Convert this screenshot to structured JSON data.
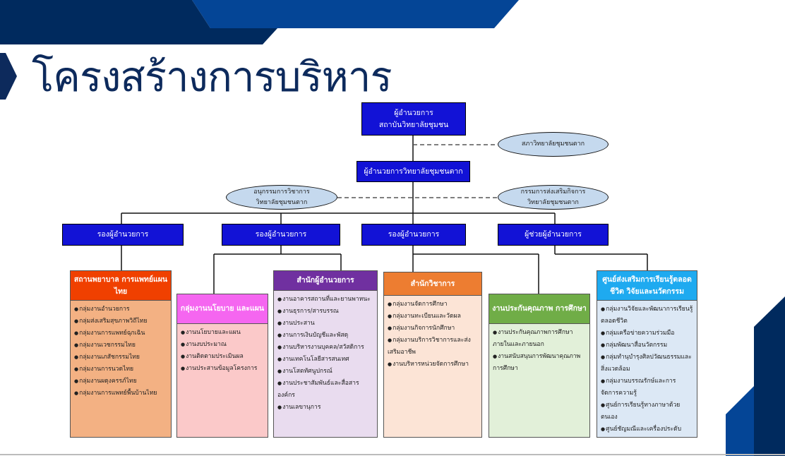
{
  "title": "โครงสร้างการบริหาร",
  "colors": {
    "navy": "#002a5e",
    "blue": "#044596",
    "box_blue": "#1212d6",
    "oval": "#c5d9ee"
  },
  "top": {
    "line1": "ผู้อำนวยการ",
    "line2": "สถาบันวิทยาลัยชุมชน"
  },
  "council": "สภาวิทยาลัยชุมชนตาก",
  "director": "ผู้อำนวยการวิทยาลัยชุมชนตาก",
  "academic_subcommittee": {
    "line1": "อนุกรรมการวิชาการ",
    "line2": "วิทยาลัยชุมชนตาก"
  },
  "promotion_committee": {
    "line1": "กรรมการส่งเสริมกิจการ",
    "line2": "วิทยาลัยชุมชนตาก"
  },
  "deputies": [
    "รองผู้อำนวยการ",
    "รองผู้อำนวยการ",
    "รองผู้อำนวยการ",
    "ผู้ช่วยผู้อำนวยการ"
  ],
  "units": [
    {
      "title": "สถานพยาบาล การแพทย์แผนไทย",
      "header_color": "#f04000",
      "body_color": "#f3b183",
      "items": [
        "กลุ่มงานอำนวยการ",
        "กลุ่มส่งเสริมสุขภาพวิถีไทย",
        "กลุ่มงานการแพทย์ฉุกเฉิน",
        "กลุ่มงานเวชกรรมไทย",
        "กลุ่มงานเภสัชกรรมไทย",
        "กลุ่มงานการนวดไทย",
        "กลุ่มงานผดุงครรภ์ไทย",
        "กลุ่มงานการแพทย์พื้นบ้านไทย"
      ]
    },
    {
      "title": "กลุ่มงานนโยบาย และแผน",
      "header_color": "#f566f0",
      "body_color": "#fbc9c9",
      "items": [
        "งานนโยบายและแผน",
        "งานงบประมาณ",
        "งานติดตามประเมินผล",
        "งานประสานข้อมูลโครงการ"
      ]
    },
    {
      "title": "สำนักผู้อำนวยการ",
      "header_color": "#7030a0",
      "body_color": "#e9dcef",
      "items": [
        "งานอาคารสถานที่และยานพาหนะ",
        "งานธุรการ/สารบรรณ",
        "งานประสาน",
        "งานการเงินบัญชีและพัสดุ",
        "งานบริหารงานบุคคล/สวัสดิการ",
        "งานเทคโนโลยีสารสนเทศ",
        "งานโสตทัศนูปกรณ์",
        "งานประชาสัมพันธ์และสื่อสารองค์กร",
        "งานเลขานุการ"
      ]
    },
    {
      "title": "สำนักวิชาการ",
      "header_color": "#ed7d31",
      "body_color": "#fce4d6",
      "items": [
        "กลุ่มงานจัดการศึกษา",
        "กลุ่มงานทะเบียนและวัดผล",
        "กลุ่มงานกิจการนักศึกษา",
        "กลุ่มงานบริการวิชาการและส่งเสริมอาชีพ",
        "งานบริหารหน่วยจัดการศึกษา"
      ]
    },
    {
      "title": "งานประกันคุณภาพ การศึกษา",
      "header_color": "#70ad47",
      "body_color": "#e2f0d9",
      "items": [
        "งานประกันคุณภาพการศึกษาภายในและภายนอก",
        "งานสนับสนุนการพัฒนาคุณภาพการศึกษา"
      ]
    },
    {
      "title": "ศูนย์ส่งเสริมการเรียนรู้ตลอดชีวิต วิจัยและนวัตกรรม",
      "header_color": "#1eaaf0",
      "body_color": "#dce8f5",
      "items": [
        "กลุ่มงานวิจัยและพัฒนาการเรียนรู้ตลอดชีวิต",
        "กลุ่มเครือข่ายความร่วมมือ",
        "กลุ่มพัฒนาสื่อนวัตกรรม",
        "กลุ่มทำนุบำรุงศิลปวัฒนธรรมและสิ่งแวดล้อม",
        "กลุ่มงานบรรณรักษ์และการจัดการความรู้",
        "ศูนย์การเรียนรู้ทางภาษาด้วยตนเอง",
        "ศูนย์ชัญมณีและเครื่องประดับ"
      ]
    }
  ]
}
